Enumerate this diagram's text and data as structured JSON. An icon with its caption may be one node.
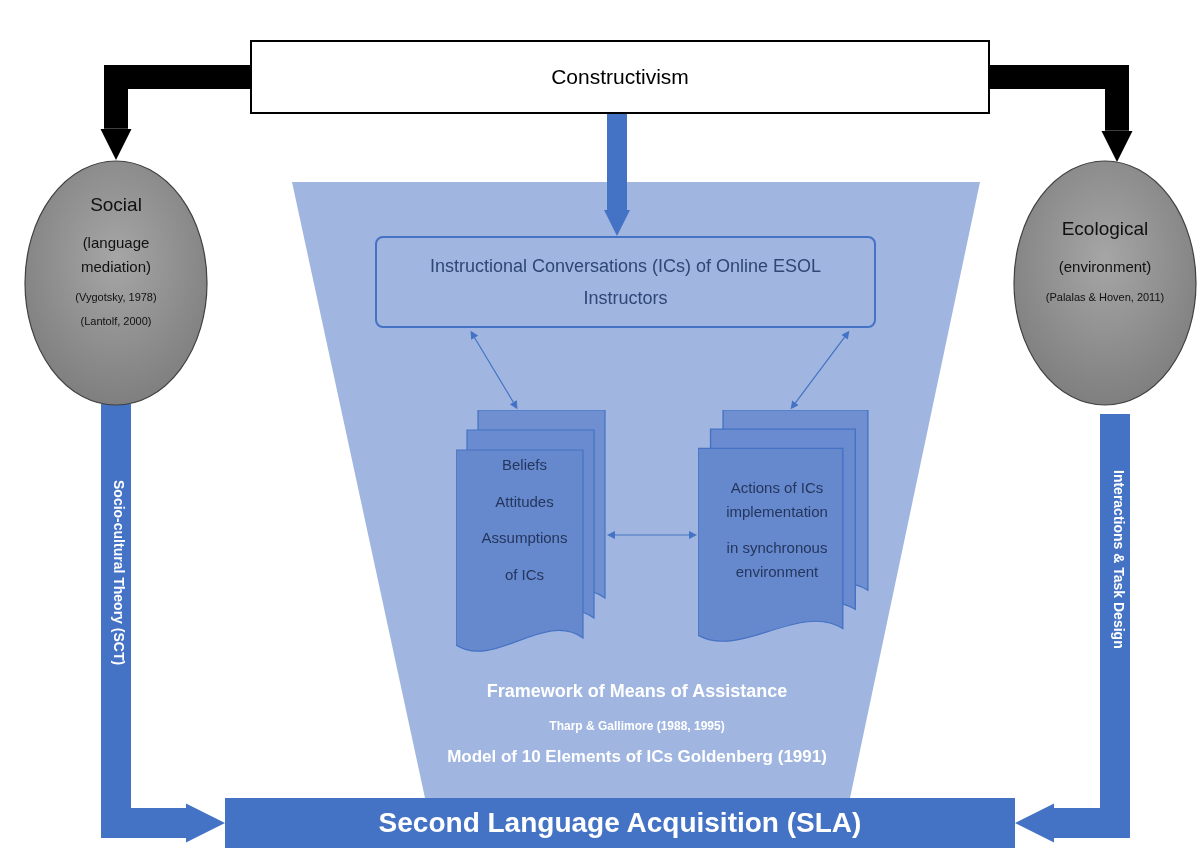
{
  "diagram": {
    "nodes": [
      {
        "text": [
          "Constructivism"
        ]
      },
      {
        "text": [
          "Social",
          "(language mediation)",
          "(Vygotsky, 1978)",
          "(Lantolf, 2000)"
        ]
      },
      {
        "text": [
          "Ecological",
          "(environment)",
          "(Palalas & Hoven, 2011)"
        ]
      },
      {
        "text": [
          "Framework of Means of Assistance",
          "Tharp & Gallimore (1988, 1995)",
          "Model of 10 Elements of ICs Goldenberg (1991)"
        ]
      },
      {
        "text": [
          "Instructional Conversations (ICs) of Online ESOL Instructors"
        ],
        "in": 3
      },
      {
        "text": [
          "Beliefs",
          "Attitudes",
          "Assumptions",
          "of ICs"
        ],
        "in": 3
      },
      {
        "text": [
          "Actions of ICs implementation",
          "in synchronous environment"
        ],
        "in": 3
      },
      {
        "text": [
          "Second Language Acquisition (SLA)"
        ]
      }
    ],
    "edges": [
      {
        "from": 0,
        "to": 1,
        "arrow": "to",
        "color": "#000000"
      },
      {
        "from": 0,
        "to": 2,
        "arrow": "to",
        "color": "#000000"
      },
      {
        "from": 0,
        "to": 4,
        "arrow": "to"
      },
      {
        "from": 4,
        "to": 5,
        "arrow": "both"
      },
      {
        "from": 4,
        "to": 6,
        "arrow": "both"
      },
      {
        "from": 5,
        "to": 6,
        "arrow": "both"
      },
      {
        "from": 1,
        "to": 7,
        "arrow": "to",
        "label": "Socio-cultural Theory (SCT)"
      },
      {
        "from": 2,
        "to": 7,
        "arrow": "to",
        "label": "Interactions & Task Design"
      }
    ]
  }
}
